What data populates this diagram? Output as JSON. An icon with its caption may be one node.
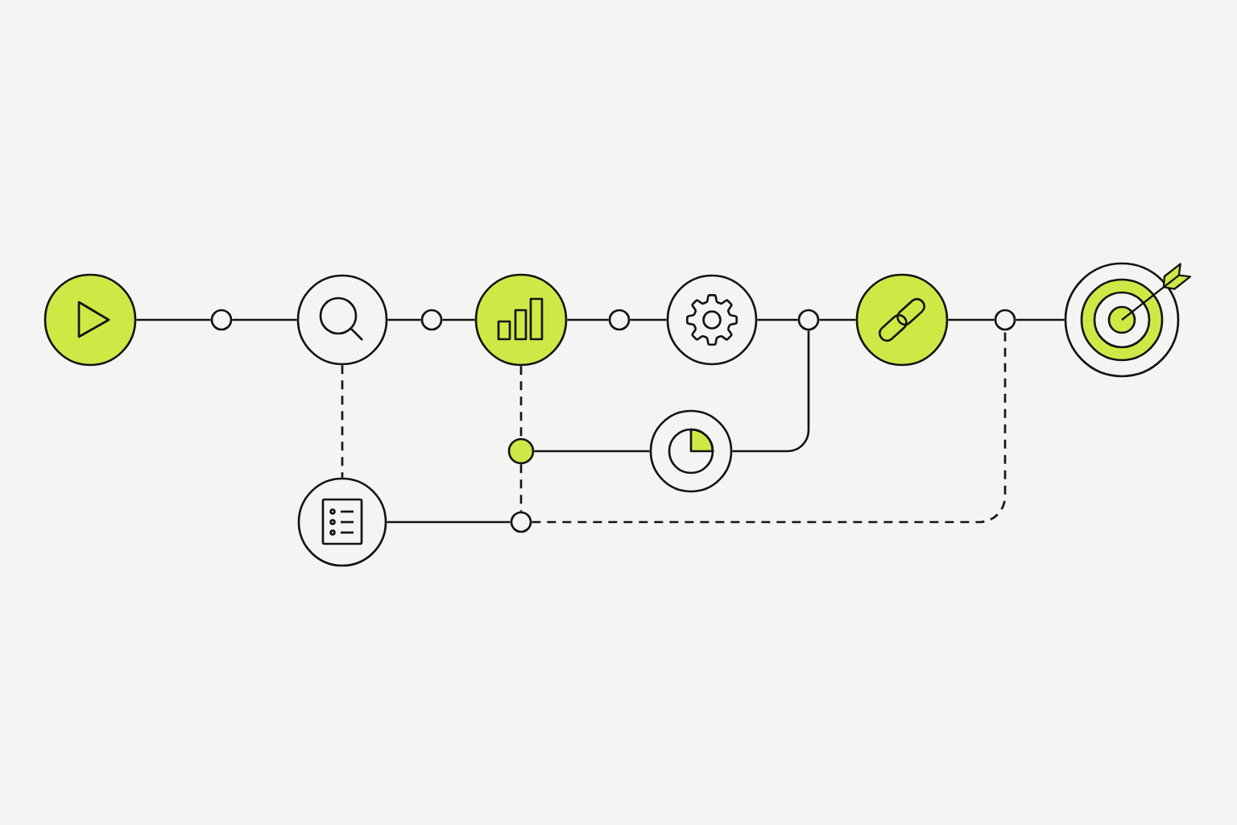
{
  "diagram": {
    "nodes": [
      {
        "text": [],
        "shape": "circle"
      },
      {
        "text": [],
        "shape": "circle"
      },
      {
        "text": [],
        "shape": "circle"
      },
      {
        "text": [],
        "shape": "circle"
      },
      {
        "text": [],
        "shape": "circle"
      },
      {
        "text": [],
        "shape": "circle"
      },
      {
        "text": [],
        "shape": "circle"
      },
      {
        "text": [],
        "shape": "circle"
      },
      {
        "text": [],
        "shape": "circle"
      },
      {
        "text": [],
        "shape": "circle"
      },
      {
        "text": [],
        "shape": "circle"
      },
      {
        "text": [],
        "shape": "circle"
      },
      {
        "text": [],
        "shape": "circle"
      },
      {
        "text": [],
        "shape": "circle"
      },
      {
        "text": [],
        "shape": "circle"
      }
    ],
    "edges": [
      {
        "from": 0,
        "to": 1,
        "arrow": "none"
      },
      {
        "from": 1,
        "to": 2,
        "arrow": "none"
      },
      {
        "from": 2,
        "to": 3,
        "arrow": "none"
      },
      {
        "from": 3,
        "to": 4,
        "arrow": "none"
      },
      {
        "from": 4,
        "to": 5,
        "arrow": "none"
      },
      {
        "from": 5,
        "to": 6,
        "arrow": "none"
      },
      {
        "from": 6,
        "to": 7,
        "arrow": "none"
      },
      {
        "from": 7,
        "to": 8,
        "arrow": "none"
      },
      {
        "from": 8,
        "to": 9,
        "arrow": "none"
      },
      {
        "from": 9,
        "to": 10,
        "arrow": "none"
      },
      {
        "from": 2,
        "to": 13,
        "arrow": "none",
        "style": "dashed"
      },
      {
        "from": 4,
        "to": 11,
        "arrow": "none",
        "style": "dashed"
      },
      {
        "from": 11,
        "to": 14,
        "arrow": "none",
        "style": "dashed"
      },
      {
        "from": 11,
        "to": 12,
        "arrow": "none"
      },
      {
        "from": 12,
        "to": 7,
        "arrow": "none"
      },
      {
        "from": 13,
        "to": 14,
        "arrow": "none"
      },
      {
        "from": 14,
        "to": 9,
        "arrow": "none",
        "style": "dashed"
      }
    ]
  }
}
